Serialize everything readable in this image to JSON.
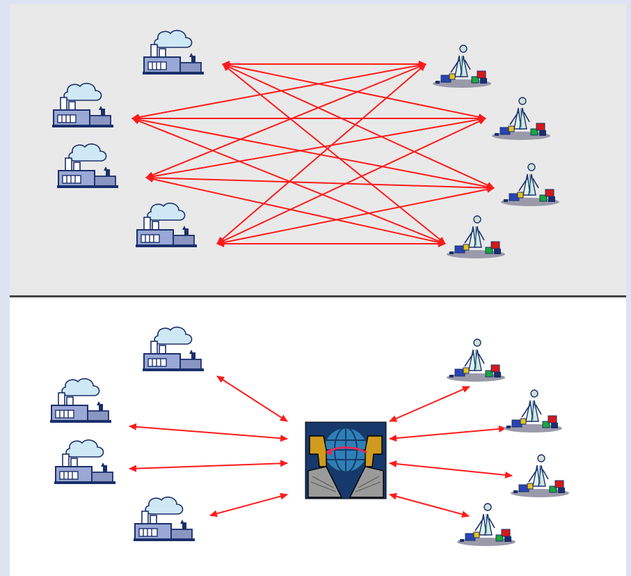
{
  "diagram": {
    "panels": [
      {
        "id": "point-to-point",
        "background": "#e9e9e9"
      },
      {
        "id": "hub-and-spoke",
        "background": "#ffffff"
      }
    ],
    "factories_count": 4,
    "retailers_count": 4,
    "link_color": "#ff1a1a",
    "icons": {
      "factory": "factory-icon",
      "retailer": "retailer-person-icon",
      "hub": "hub-exchange-icon"
    }
  }
}
